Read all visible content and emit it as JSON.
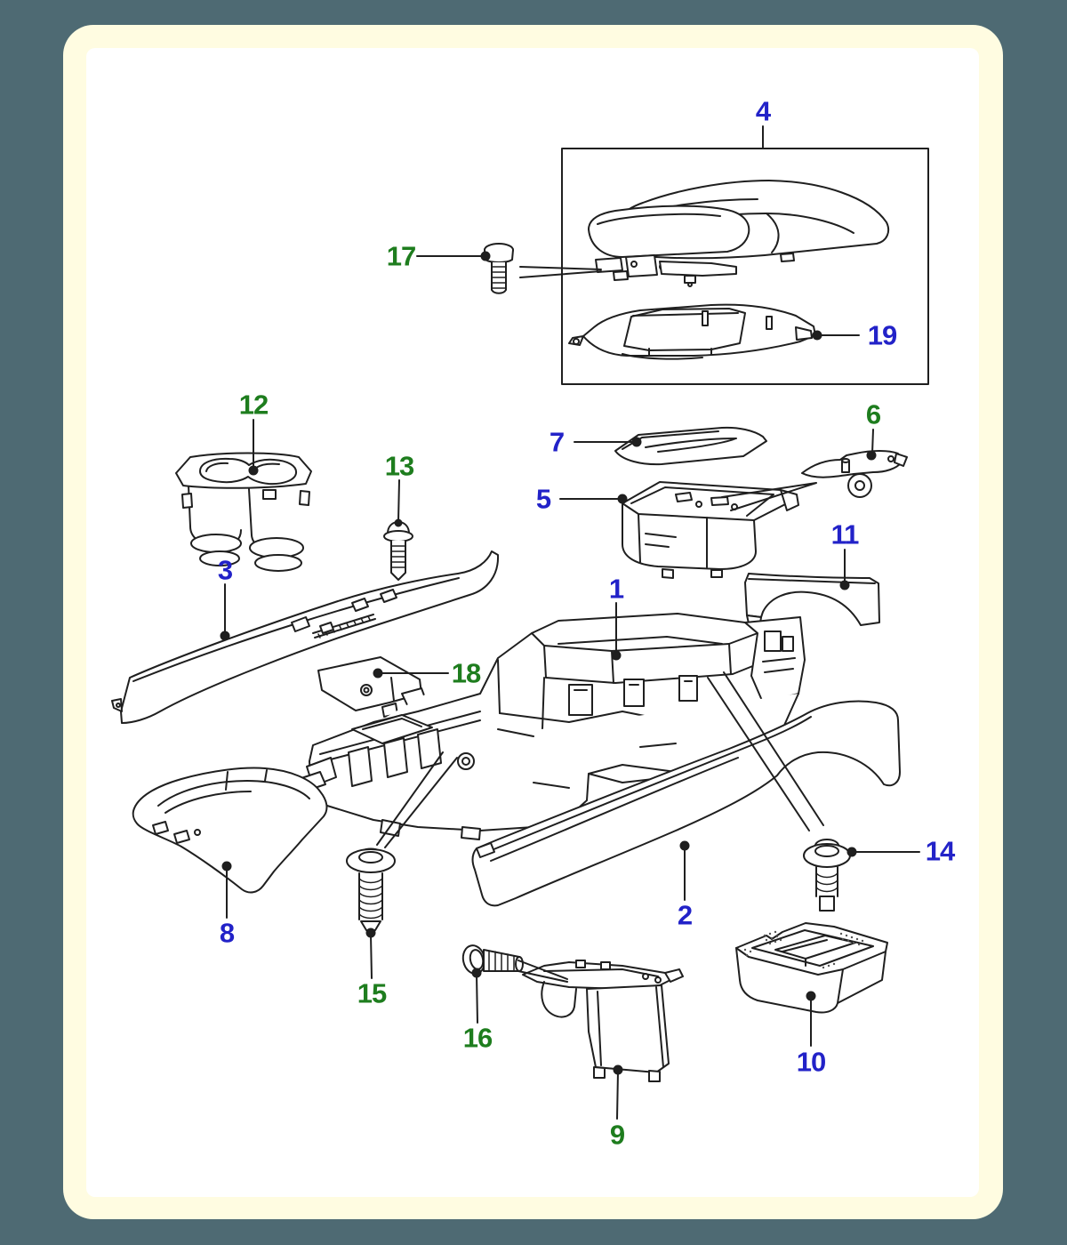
{
  "palette": {
    "outer_background": "#4e6a73",
    "frame_mat": "#fffce1",
    "canvas": "#ffffff",
    "line_art": "#1f1f1f",
    "callout_blue": "#2222c8",
    "callout_green": "#1e7d1e"
  },
  "callouts": [
    {
      "text": "1",
      "color": "blue"
    },
    {
      "text": "2",
      "color": "blue"
    },
    {
      "text": "3",
      "color": "blue"
    },
    {
      "text": "4",
      "color": "blue"
    },
    {
      "text": "5",
      "color": "blue"
    },
    {
      "text": "6",
      "color": "green"
    },
    {
      "text": "7",
      "color": "blue"
    },
    {
      "text": "8",
      "color": "blue"
    },
    {
      "text": "9",
      "color": "green"
    },
    {
      "text": "10",
      "color": "blue"
    },
    {
      "text": "11",
      "color": "blue"
    },
    {
      "text": "12",
      "color": "green"
    },
    {
      "text": "13",
      "color": "green"
    },
    {
      "text": "14",
      "color": "blue"
    },
    {
      "text": "15",
      "color": "green"
    },
    {
      "text": "16",
      "color": "green"
    },
    {
      "text": "17",
      "color": "green"
    },
    {
      "text": "18",
      "color": "green"
    },
    {
      "text": "19",
      "color": "blue"
    }
  ]
}
